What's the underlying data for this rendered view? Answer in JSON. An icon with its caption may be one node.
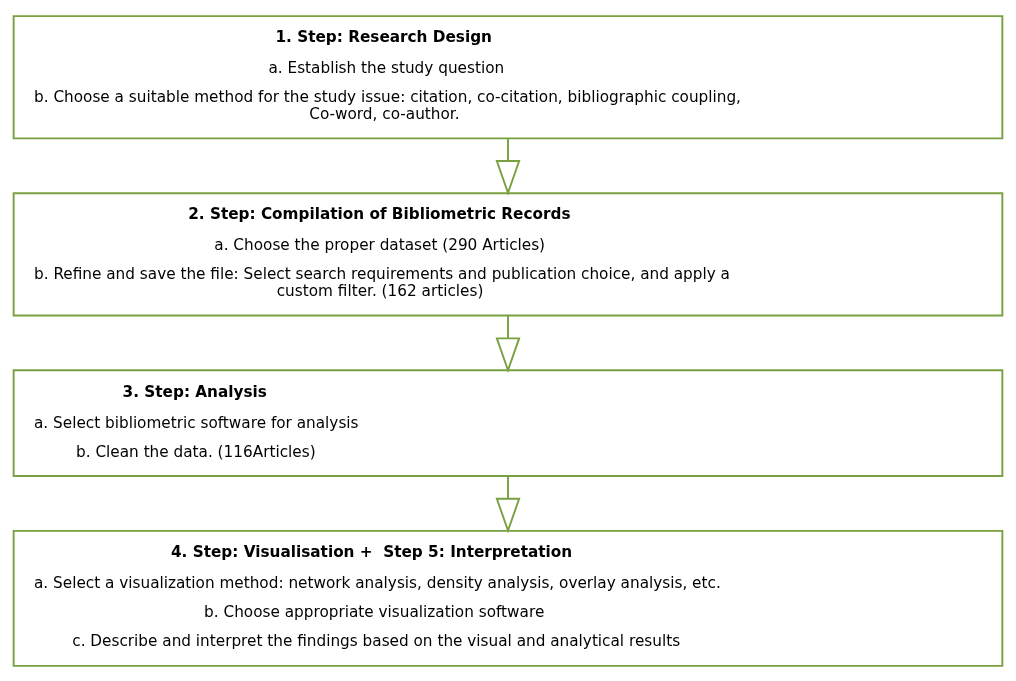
{
  "diagram": {
    "nodes": [
      {
        "text": [
          "1. Step: Research Design",
          "a. Establish the study question",
          "b. Choose a suitable method for the study issue: citation, co-citation, bibliographic coupling, Co-word, co-author."
        ]
      },
      {
        "text": [
          "2. Step: Compilation of Bibliometric Records",
          "a. Choose the proper dataset (290 Articles)",
          "b. Refine and save the file: Select search requirements and publication choice, and apply a custom filter. (162 articles)"
        ]
      },
      {
        "text": [
          "3. Step: Analysis",
          "a. Select bibliometric software for analysis",
          "b. Clean the data. (116Articles)"
        ]
      },
      {
        "text": [
          "4. Step: Visualisation +  Step 5: Interpretation",
          "a. Select a visualization method: network analysis, density analysis, overlay analysis, etc.",
          "b. Choose appropriate visualization software",
          "c. Describe and interpret the findings based on the visual and analytical results"
        ]
      }
    ],
    "edges": [
      {
        "from": 0,
        "to": 1,
        "arrow": "to"
      },
      {
        "from": 1,
        "to": 2,
        "arrow": "to"
      },
      {
        "from": 2,
        "to": 3,
        "arrow": "to"
      }
    ]
  }
}
